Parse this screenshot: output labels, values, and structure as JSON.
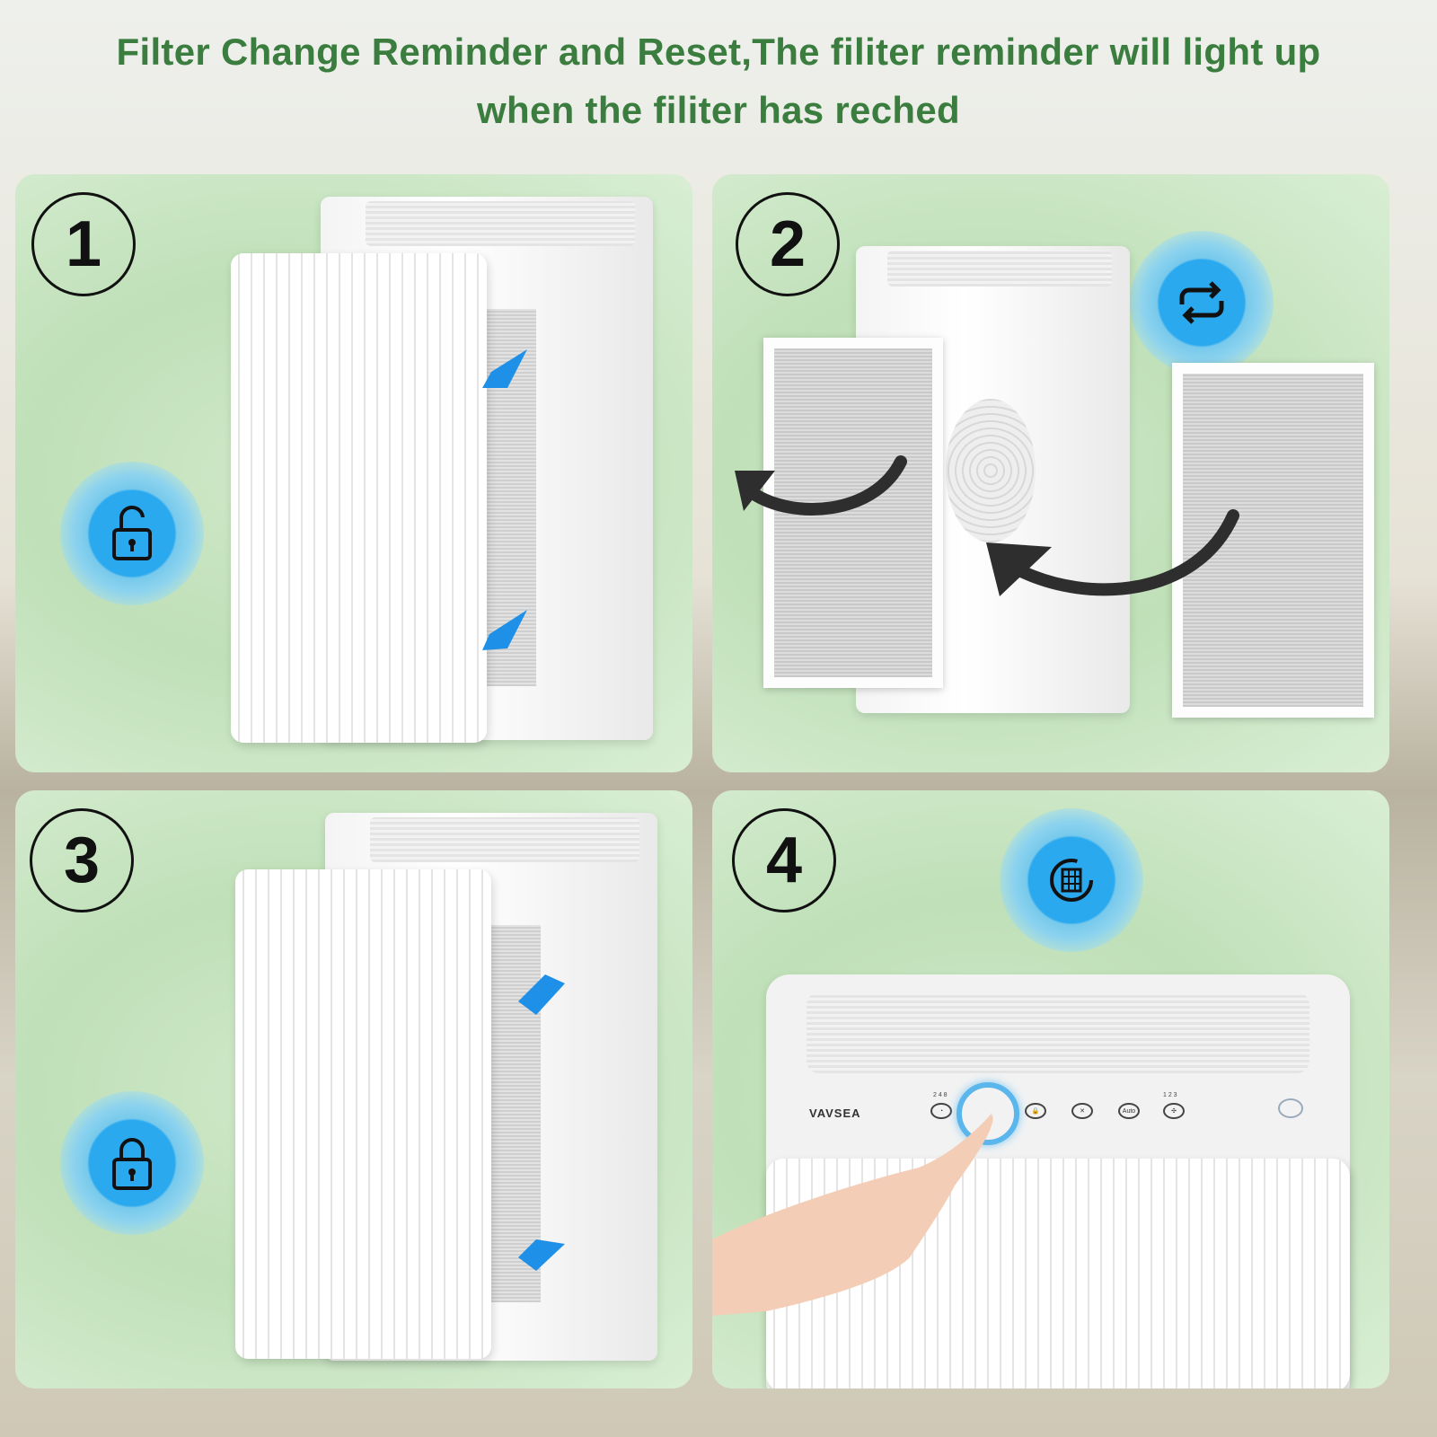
{
  "title": {
    "line1": "Filter Change Reminder and Reset,The filiter reminder will light up",
    "line2": "when the filiter has reched"
  },
  "steps": [
    {
      "number": "1",
      "icon": "unlock-icon"
    },
    {
      "number": "2",
      "icon": "replace-arrows-icon"
    },
    {
      "number": "3",
      "icon": "lock-icon"
    },
    {
      "number": "4",
      "icon": "filter-reset-icon"
    }
  ],
  "control_panel": {
    "brand": "VAVSEA",
    "timer_levels": "2 4 8",
    "auto_label": "Auto",
    "speed_levels": "1 2 3"
  },
  "colors": {
    "title": "#3b7d3f",
    "accent_blue": "#2aa9ef",
    "arrow_dark": "#2e2e2e"
  }
}
